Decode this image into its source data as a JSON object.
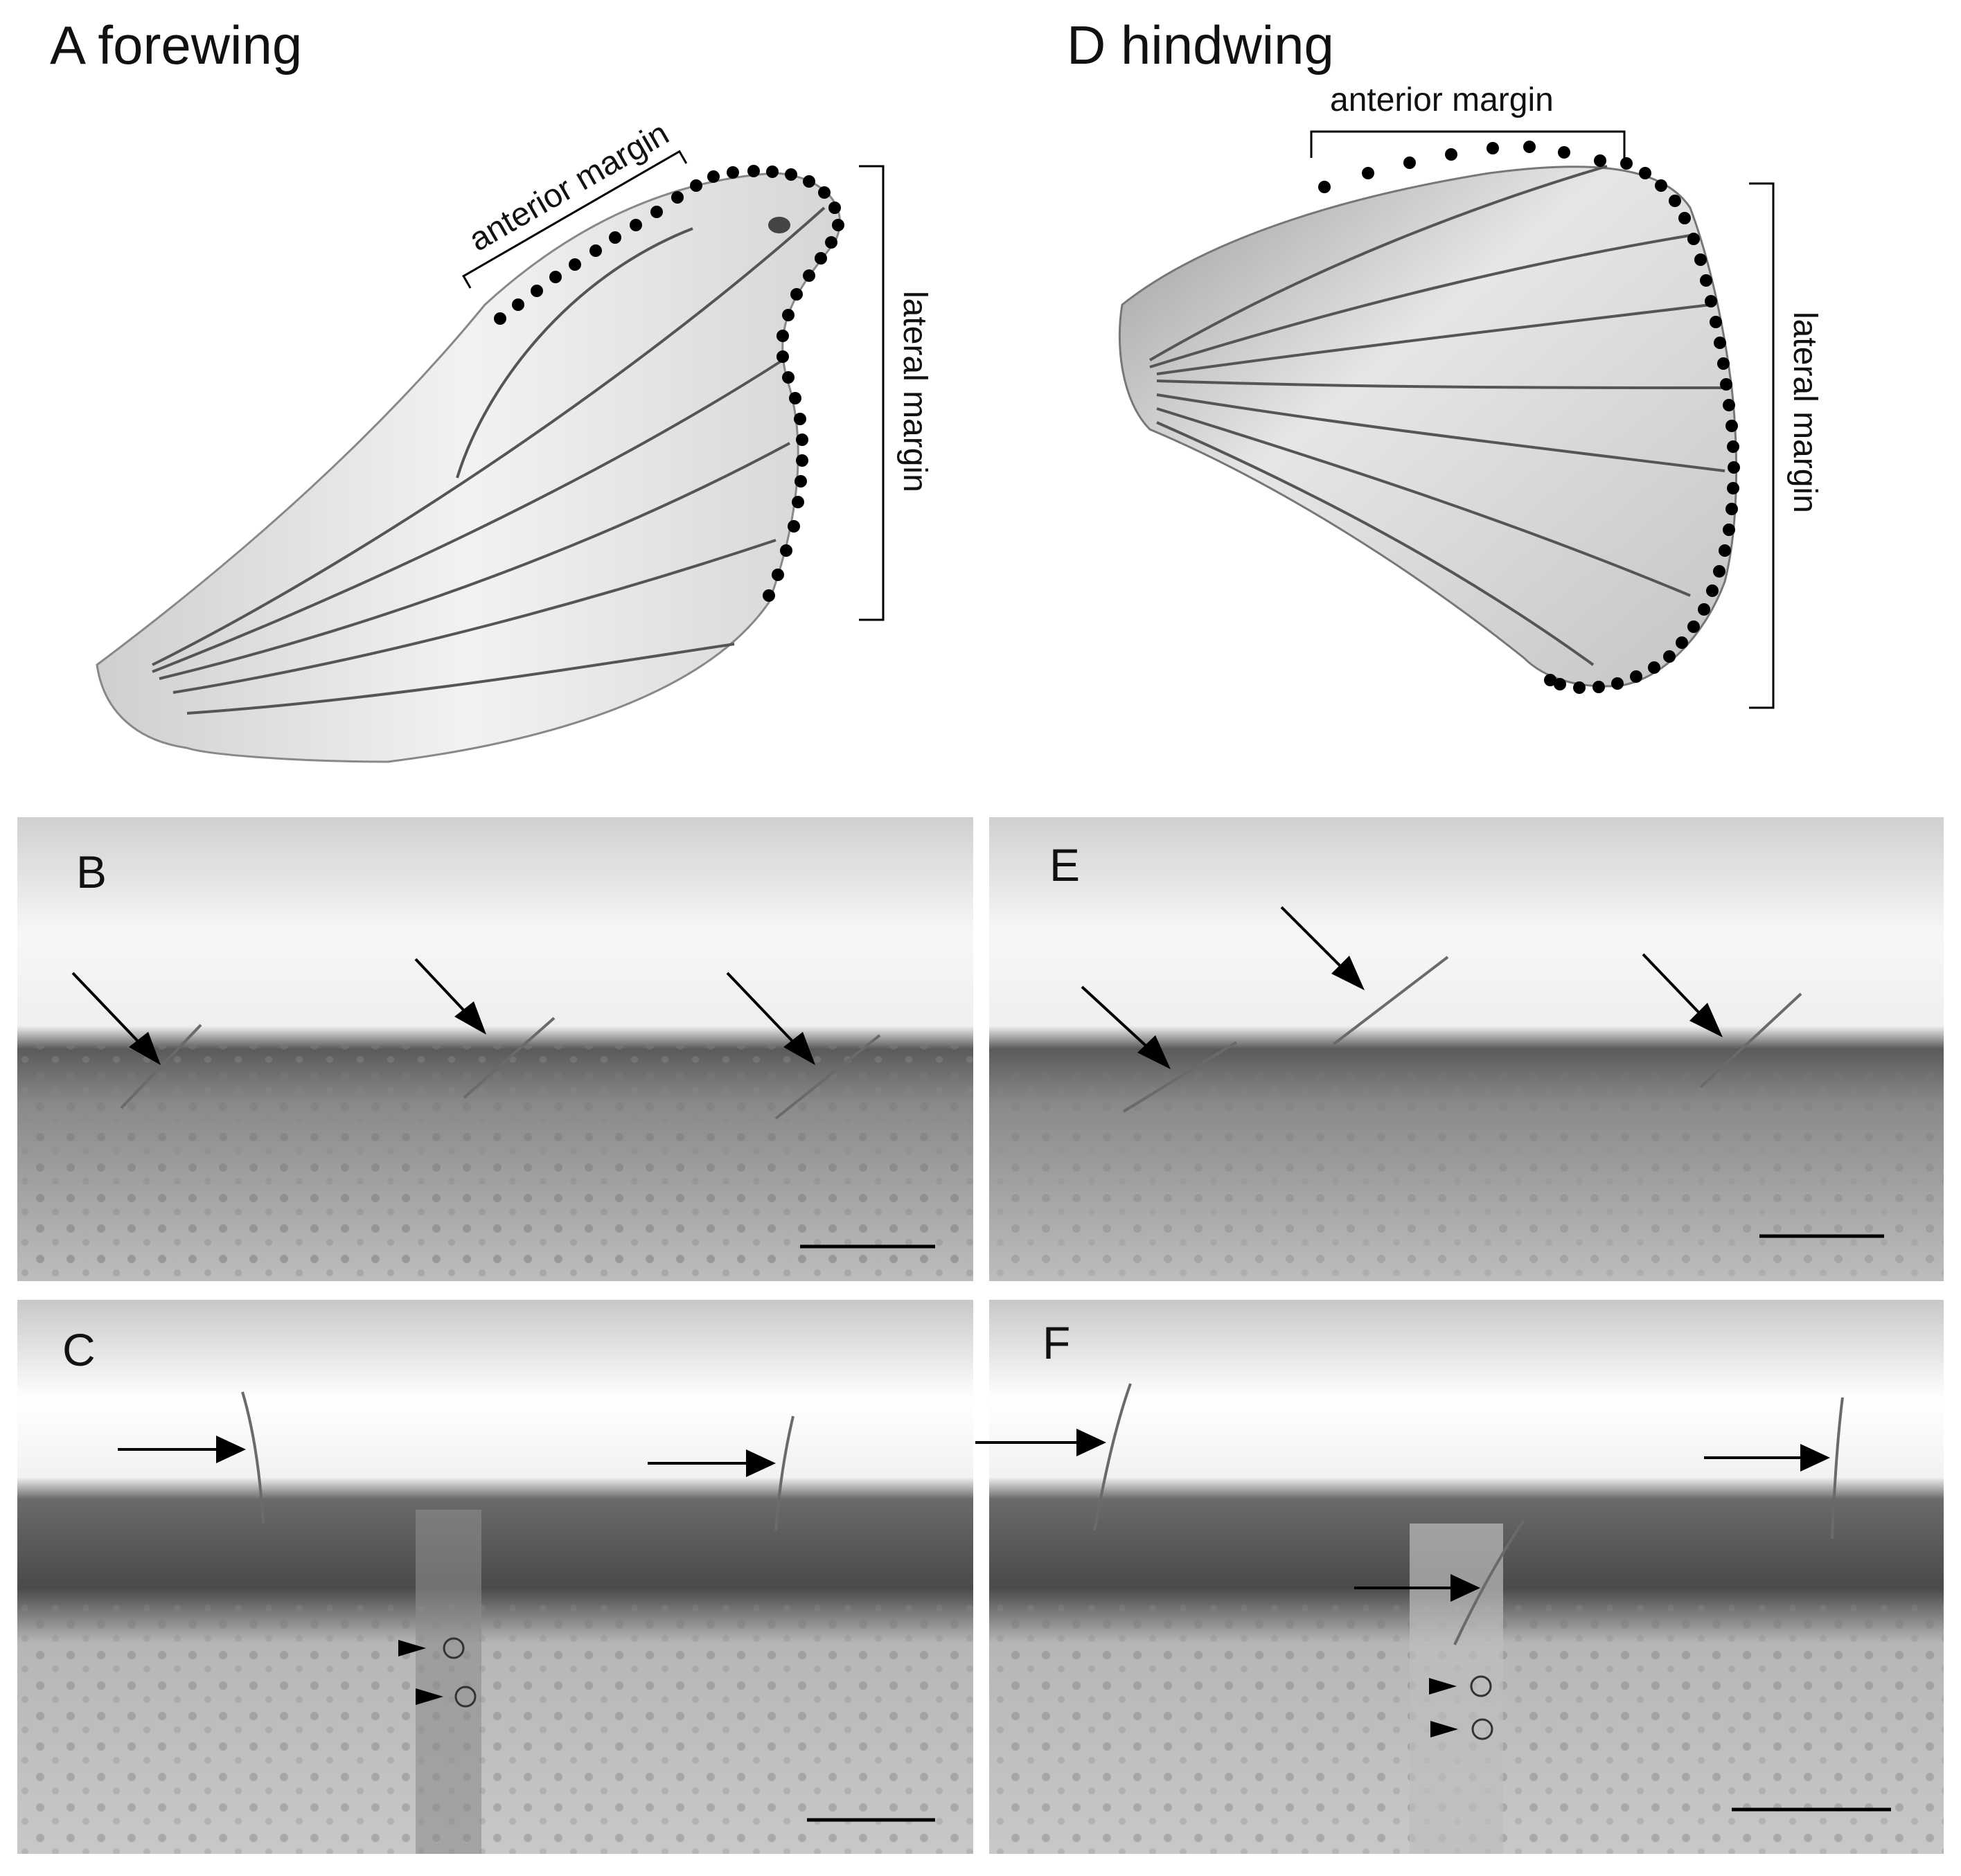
{
  "figure": {
    "panel_a": {
      "title": "A forewing",
      "anterior_margin_label": "anterior margin",
      "lateral_margin_label": "lateral margin"
    },
    "panel_d": {
      "title": "D hindwing",
      "anterior_margin_label": "anterior margin",
      "lateral_margin_label": "lateral margin"
    },
    "micrographs": [
      {
        "letter": "B"
      },
      {
        "letter": "E"
      },
      {
        "letter": "C"
      },
      {
        "letter": "F"
      }
    ]
  }
}
